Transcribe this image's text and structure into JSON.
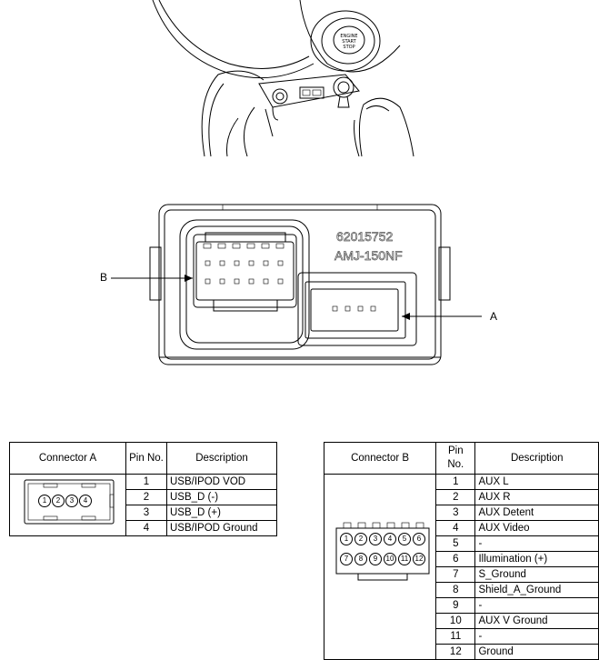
{
  "module": {
    "part_number": "62015752",
    "model": "AMJ-150NF",
    "callout_b": "B",
    "callout_a": "A"
  },
  "connector_a_table": {
    "headers": [
      "Connector A",
      "Pin No.",
      "Description"
    ],
    "pin_labels": [
      "1",
      "2",
      "3",
      "4"
    ],
    "rows": [
      {
        "pin": "1",
        "desc": "USB/IPOD VOD"
      },
      {
        "pin": "2",
        "desc": "USB_D (-)"
      },
      {
        "pin": "3",
        "desc": "USB_D (+)"
      },
      {
        "pin": "4",
        "desc": "USB/IPOD Ground"
      }
    ]
  },
  "connector_b_table": {
    "headers": [
      "Connector B",
      "Pin No.",
      "Description"
    ],
    "pin_labels_top": [
      "1",
      "2",
      "3",
      "4",
      "5",
      "6"
    ],
    "pin_labels_bottom": [
      "7",
      "8",
      "9",
      "10",
      "11",
      "12"
    ],
    "rows": [
      {
        "pin": "1",
        "desc": "AUX L"
      },
      {
        "pin": "2",
        "desc": "AUX R"
      },
      {
        "pin": "3",
        "desc": "AUX Detent"
      },
      {
        "pin": "4",
        "desc": "AUX Video"
      },
      {
        "pin": "5",
        "desc": "-"
      },
      {
        "pin": "6",
        "desc": "Illumination (+)"
      },
      {
        "pin": "7",
        "desc": "S_Ground"
      },
      {
        "pin": "8",
        "desc": "Shield_A_Ground"
      },
      {
        "pin": "9",
        "desc": "-"
      },
      {
        "pin": "10",
        "desc": "AUX V Ground"
      },
      {
        "pin": "11",
        "desc": "-"
      },
      {
        "pin": "12",
        "desc": "Ground"
      }
    ]
  }
}
